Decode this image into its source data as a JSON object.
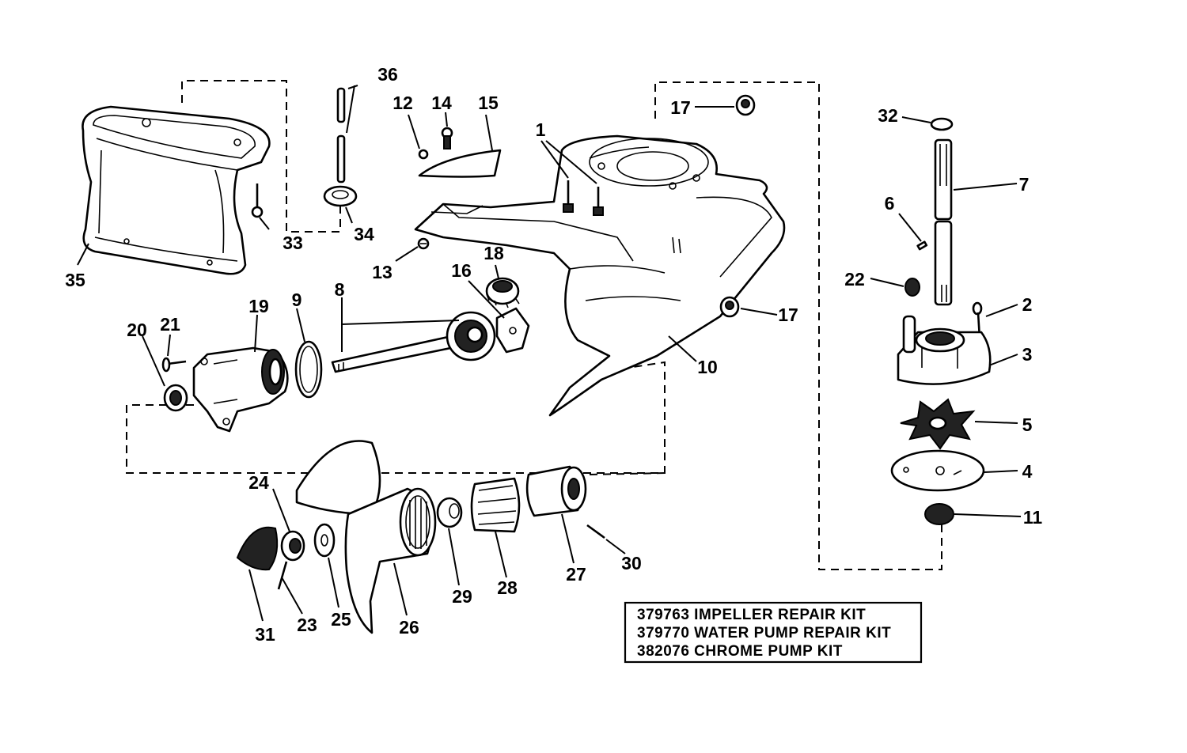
{
  "callouts": [
    {
      "id": "c1",
      "label": "1"
    },
    {
      "id": "c2",
      "label": "2"
    },
    {
      "id": "c3",
      "label": "3"
    },
    {
      "id": "c4",
      "label": "4"
    },
    {
      "id": "c5",
      "label": "5"
    },
    {
      "id": "c6",
      "label": "6"
    },
    {
      "id": "c7",
      "label": "7"
    },
    {
      "id": "c8",
      "label": "8"
    },
    {
      "id": "c9",
      "label": "9"
    },
    {
      "id": "c10",
      "label": "10"
    },
    {
      "id": "c11",
      "label": "11"
    },
    {
      "id": "c12",
      "label": "12"
    },
    {
      "id": "c13",
      "label": "13"
    },
    {
      "id": "c14",
      "label": "14"
    },
    {
      "id": "c15",
      "label": "15"
    },
    {
      "id": "c16",
      "label": "16"
    },
    {
      "id": "c17a",
      "label": "17"
    },
    {
      "id": "c17b",
      "label": "17"
    },
    {
      "id": "c18",
      "label": "18"
    },
    {
      "id": "c19",
      "label": "19"
    },
    {
      "id": "c20",
      "label": "20"
    },
    {
      "id": "c21",
      "label": "21"
    },
    {
      "id": "c22",
      "label": "22"
    },
    {
      "id": "c23",
      "label": "23"
    },
    {
      "id": "c24",
      "label": "24"
    },
    {
      "id": "c25",
      "label": "25"
    },
    {
      "id": "c26",
      "label": "26"
    },
    {
      "id": "c27",
      "label": "27"
    },
    {
      "id": "c28",
      "label": "28"
    },
    {
      "id": "c29",
      "label": "29"
    },
    {
      "id": "c30",
      "label": "30"
    },
    {
      "id": "c31",
      "label": "31"
    },
    {
      "id": "c32",
      "label": "32"
    },
    {
      "id": "c33",
      "label": "33"
    },
    {
      "id": "c34",
      "label": "34"
    },
    {
      "id": "c35",
      "label": "35"
    },
    {
      "id": "c36",
      "label": "36"
    }
  ],
  "kit_list": [
    "379763 IMPELLER REPAIR KIT",
    "379770 WATER PUMP REPAIR KIT",
    "382076 CHROME PUMP KIT"
  ]
}
